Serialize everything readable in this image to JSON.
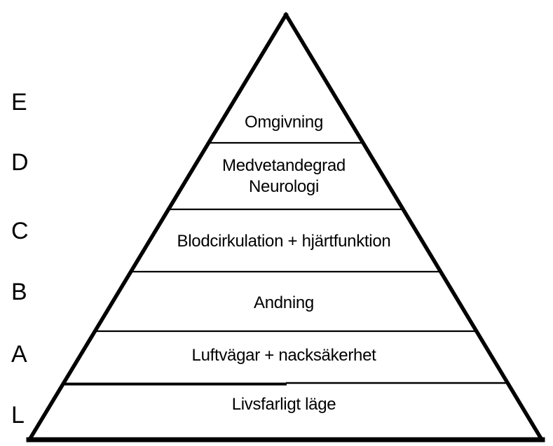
{
  "diagram": {
    "type": "pyramid",
    "description": "L-ABCDE first aid assessment pyramid (Swedish)",
    "colors": {
      "line": "#000000",
      "text": "#000000",
      "background": "#ffffff"
    },
    "levels": [
      {
        "letter": "E",
        "label": "Omgivning"
      },
      {
        "letter": "D",
        "label": "Medvetandegrad\nNeurologi"
      },
      {
        "letter": "C",
        "label": "Blodcirkulation + hjärtfunktion"
      },
      {
        "letter": "B",
        "label": "Andning"
      },
      {
        "letter": "A",
        "label": "Luftvägar + nacksäkerhet"
      },
      {
        "letter": "L",
        "label": "Livsfarligt läge"
      }
    ]
  }
}
